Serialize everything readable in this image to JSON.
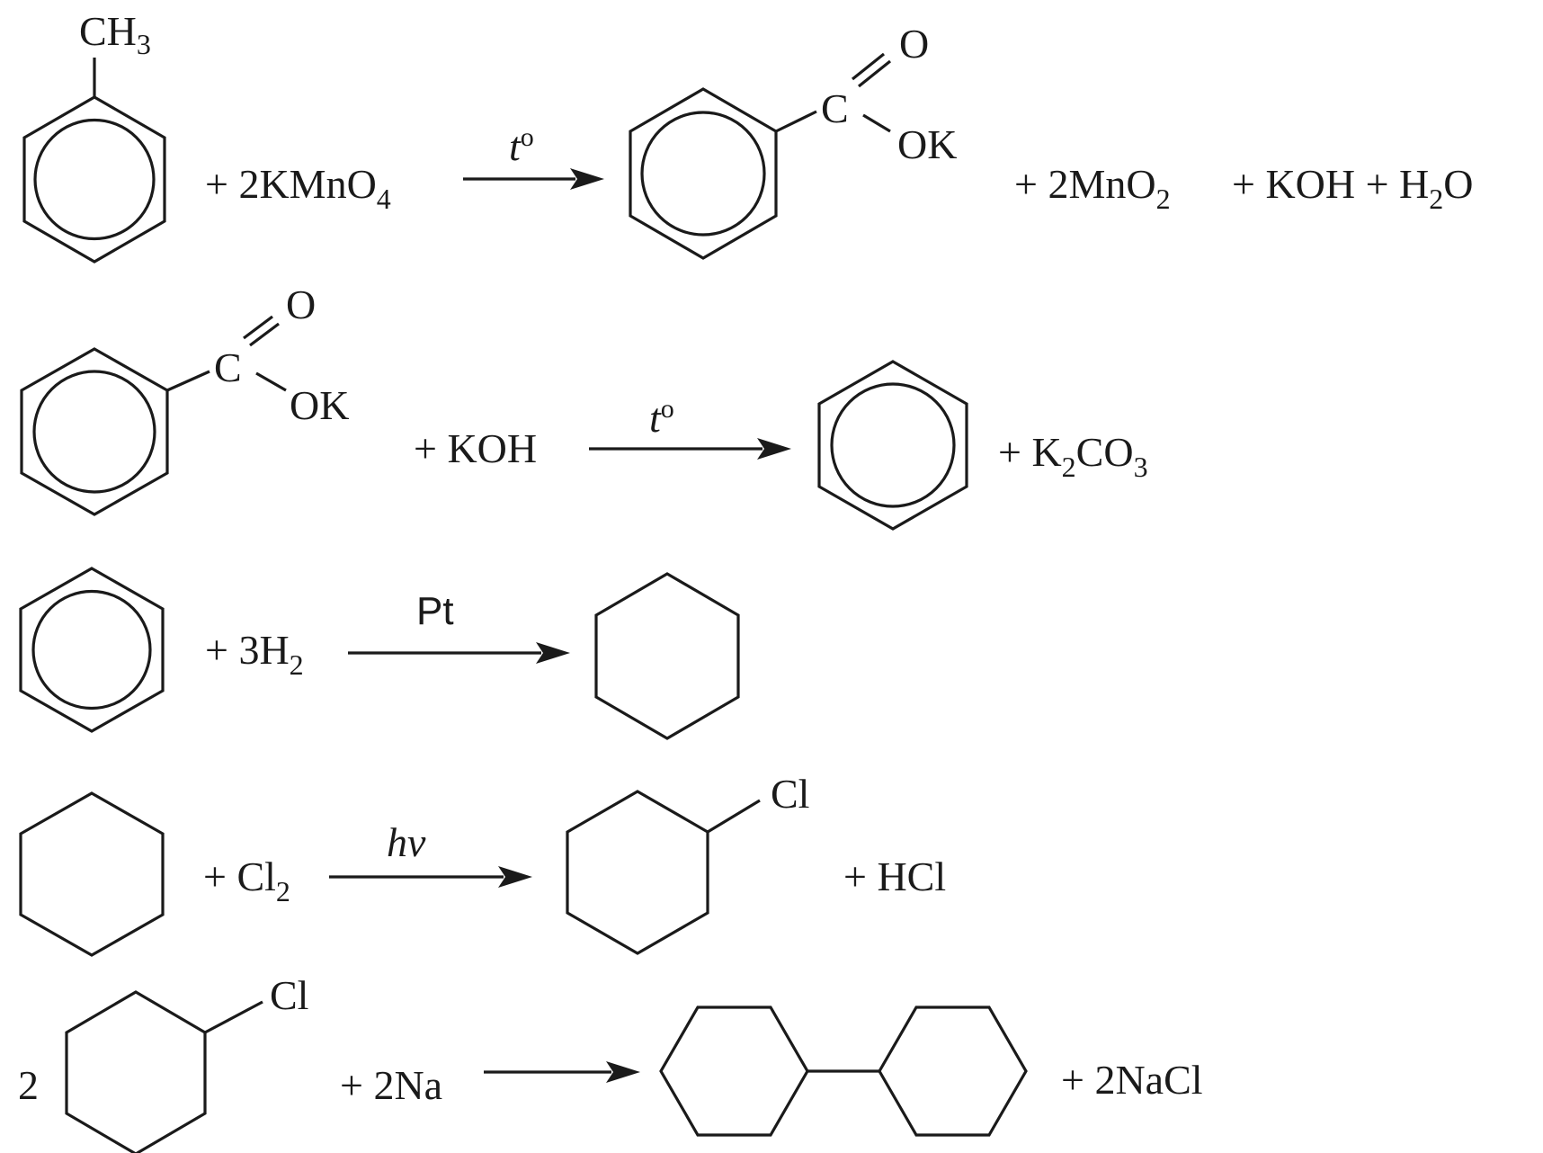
{
  "reactions": [
    {
      "ch3": "CH",
      "ch3_sub": "3",
      "plus_kmno4": "+ 2KMnO",
      "kmno4_sub": "4",
      "condition": "t",
      "condition_sup": "o",
      "carb_c": "C",
      "carb_o": "O",
      "carb_ok": "OK",
      "plus_mno2": "+ 2MnO",
      "mno2_sub": "2",
      "plus_koh_h2o": "+ KOH + H",
      "h2o_sub": "2",
      "h2o_o": "O"
    },
    {
      "carb_c": "C",
      "carb_o": "O",
      "carb_ok": "OK",
      "plus_koh": "+ KOH",
      "condition": "t",
      "condition_sup": "o",
      "plus_k2co3": "+ K",
      "k2co3_sub1": "2",
      "k2co3_co": "CO",
      "k2co3_sub2": "3"
    },
    {
      "plus_h2": "+ 3H",
      "h2_sub": "2",
      "condition": "Pt"
    },
    {
      "plus_cl2": "+ Cl",
      "cl2_sub": "2",
      "condition": "hv",
      "cl_label": "Cl",
      "plus_hcl": "+ HCl"
    },
    {
      "coefficient": "2",
      "cl_label": "Cl",
      "plus_na": "+ 2Na",
      "plus_nacl": "+ 2NaCl"
    }
  ]
}
